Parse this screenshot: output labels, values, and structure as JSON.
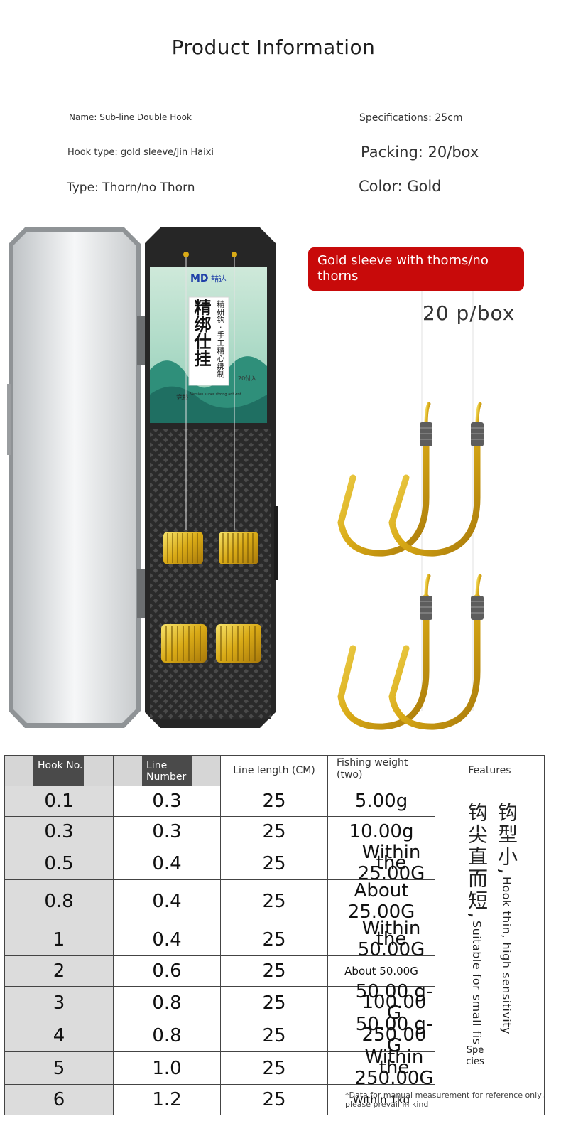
{
  "title": "Product Information",
  "info": {
    "name": "Name: Sub-line Double Hook",
    "spec": "Specifications: 25cm",
    "hook_type": "Hook type: gold sleeve/Jin Haixi",
    "packing": "Packing: 20/box",
    "type": "Type: Thorn/no Thorn",
    "color": "Color: Gold"
  },
  "product": {
    "badge": "Gold sleeve with thorns/no thorns",
    "per_box": "20 p/box",
    "package": {
      "brand": "喆达",
      "title": "精绑仕挂",
      "subtitle": "精研钩 · 手工精心绑制",
      "count": "20付入",
      "series": "竞技",
      "small_text": "Version super strong anti-rot"
    }
  },
  "table": {
    "headers": [
      "Hook No.",
      "Line Number",
      "Line length (CM)",
      "Fishing weight (two)",
      "Features"
    ],
    "rows": [
      [
        "0.1",
        "0.3",
        "25",
        "5.00g"
      ],
      [
        "0.3",
        "0.3",
        "25",
        "10.00g"
      ],
      [
        "0.5",
        "0.4",
        "25",
        "Within the 25.00G"
      ],
      [
        "0.8",
        "0.4",
        "25",
        "About 25.00G"
      ],
      [
        "1",
        "0.4",
        "25",
        "Within the 50.00G"
      ],
      [
        "2",
        "0.6",
        "25",
        "About 50.00G"
      ],
      [
        "3",
        "0.8",
        "25",
        "50.00 g-100.00 G"
      ],
      [
        "4",
        "0.8",
        "25",
        "50.00 g-250.00 G"
      ],
      [
        "5",
        "1.0",
        "25",
        "Within the 250.00G"
      ],
      [
        "6",
        "1.2",
        "25",
        "Within 1kg"
      ]
    ],
    "features": {
      "col1_zh": "钩型小,",
      "col1_en": "Hook thin, high sensitivity",
      "col2_zh": "钩尖直而短,",
      "col2_en": "Suitable for small fis",
      "tail": "Species"
    }
  },
  "note": "*Data for manual measurement for reference only, please prevail in kind",
  "colors": {
    "badge": "#c80a0a",
    "gold": "#d8b420",
    "box": "#2e2e2e",
    "header_gray": "#d6d6d6"
  }
}
